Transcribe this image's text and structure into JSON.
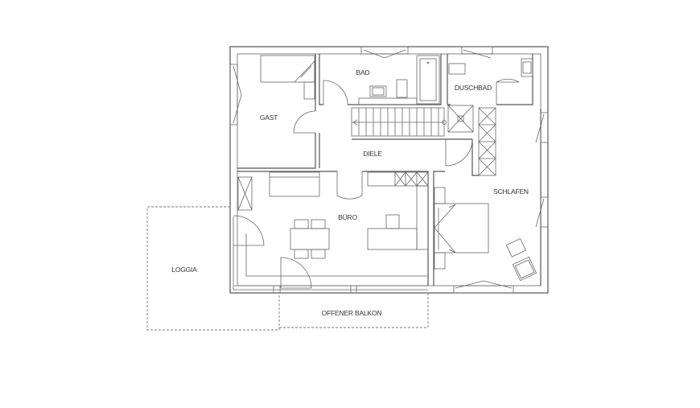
{
  "rooms": {
    "bad": "BAD",
    "duschbad": "DUSCHBAD",
    "gast": "GAST",
    "diele": "DIELE",
    "schlafen": "SCHLAFEN",
    "buero": "BÜRO",
    "loggia": "LOGGIA",
    "offener_balkon": "OFFENER BALKON"
  }
}
